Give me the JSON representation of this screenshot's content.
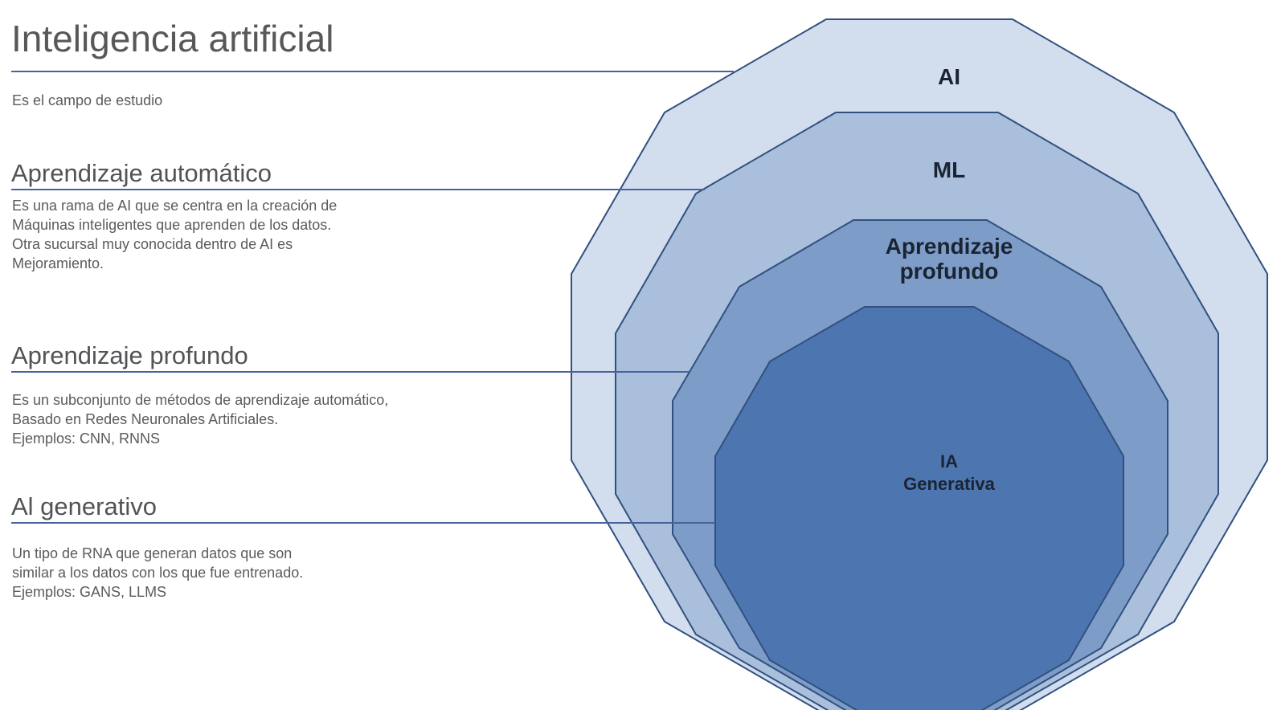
{
  "page": {
    "background_color": "#ffffff"
  },
  "sections": [
    {
      "heading": "Inteligencia artificial",
      "description": "Es el campo de estudio"
    },
    {
      "heading": "Aprendizaje automático",
      "description": "Es una rama de AI que se centra en la creación de\nMáquinas inteligentes que aprenden de los datos.\nOtra sucursal muy conocida dentro de AI es\nMejoramiento."
    },
    {
      "heading": "Aprendizaje profundo",
      "description": "Es un subconjunto de métodos de aprendizaje automático,\nBasado en Redes Neuronales Artificiales.\nEjemplos: CNN, RNNS"
    },
    {
      "heading": "Al generativo",
      "description": "Un tipo de RNA que generan datos que son\nsimilar a los datos con los que fue entrenado.\nEjemplos: GANS, LLMS"
    }
  ],
  "diagram": {
    "type": "nested-dodecagon-venn",
    "layers": [
      {
        "label": "AI",
        "fill": "#d2ddee"
      },
      {
        "label": "ML",
        "fill": "#a9bfdc"
      },
      {
        "label": "Aprendizaje\nprofundo",
        "fill": "#7e9cc8"
      },
      {
        "label": "IA\nGenerativa",
        "fill": "#4d76b0"
      }
    ],
    "colors": {
      "outline": "#31507f",
      "connector_line": "#47639c",
      "label_text": "#1a2433",
      "heading_text": "#525356",
      "body_text": "#5a5b5d"
    }
  }
}
